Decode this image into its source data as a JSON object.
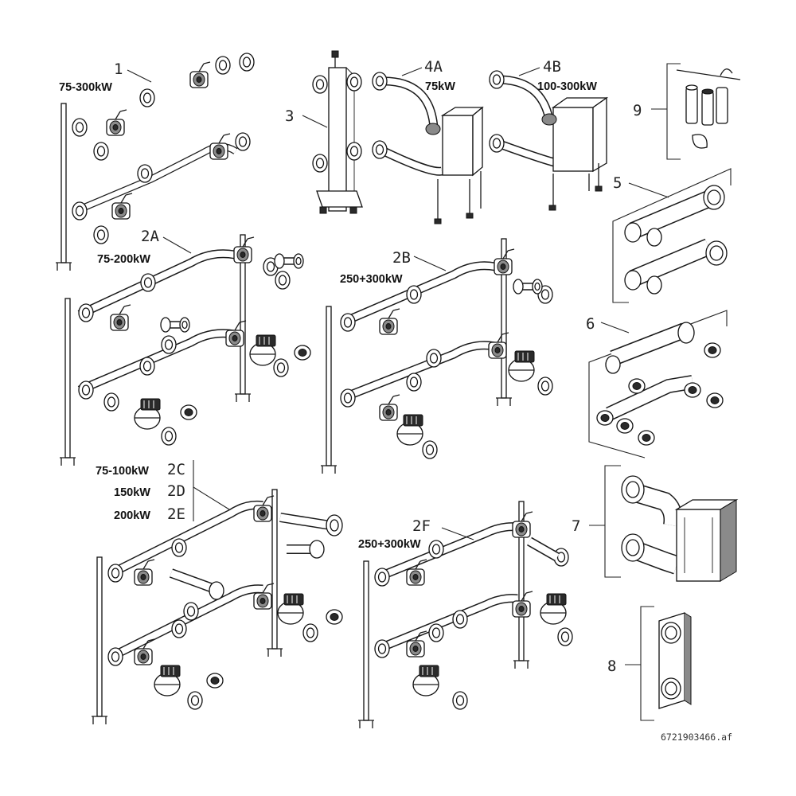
{
  "drawing_ref": "6721903466.af",
  "assemblies": {
    "a1": {
      "number": "1",
      "power": "75-300kW"
    },
    "a2A": {
      "number": "2A",
      "power": "75-200kW"
    },
    "a2B": {
      "number": "2B",
      "power": "250+300kW"
    },
    "a2C": {
      "number": "2C",
      "power": "75-100kW"
    },
    "a2D": {
      "number": "2D",
      "power": "150kW"
    },
    "a2E": {
      "number": "2E",
      "power": "200kW"
    },
    "a2F": {
      "number": "2F",
      "power": "250+300kW"
    },
    "a3": {
      "number": "3"
    },
    "a4A": {
      "number": "4A",
      "power": "75kW"
    },
    "a4B": {
      "number": "4B",
      "power": "100-300kW"
    },
    "a5": {
      "number": "5"
    },
    "a6": {
      "number": "6"
    },
    "a7": {
      "number": "7"
    },
    "a8": {
      "number": "8"
    },
    "a9": {
      "number": "9"
    }
  }
}
